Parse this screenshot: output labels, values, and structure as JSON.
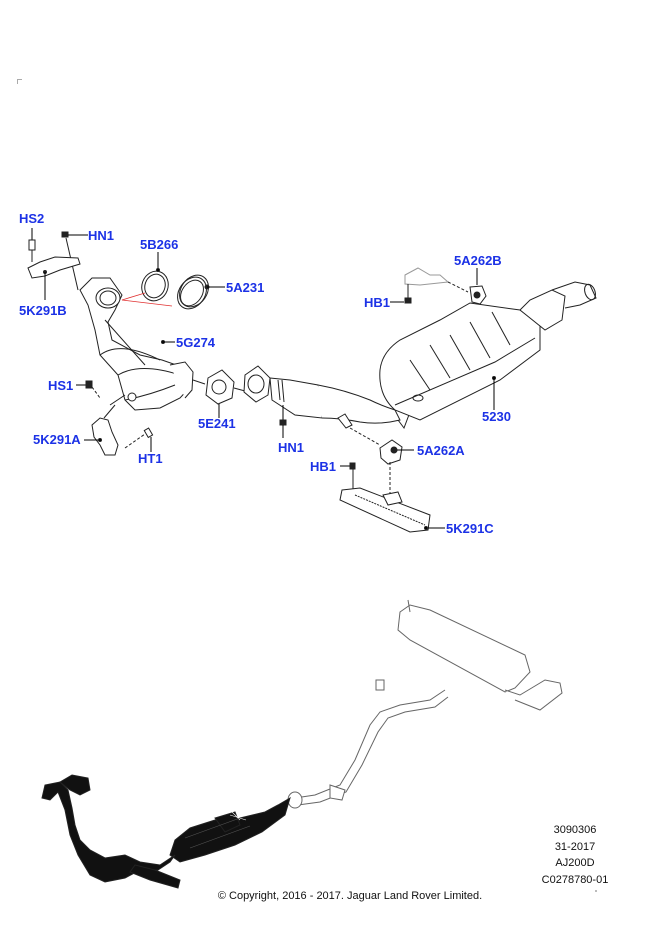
{
  "diagram": {
    "title": "Exhaust system parts diagram",
    "label_color": "#1c32e6",
    "leader_color": "#000000",
    "alignment_line_color": "#e03030",
    "part_callouts": [
      {
        "id": "HS2",
        "text": "HS2",
        "part": "heat shield stud"
      },
      {
        "id": "HN1_top",
        "text": "HN1",
        "part": "nut"
      },
      {
        "id": "5K291B",
        "text": "5K291B",
        "part": "bracket"
      },
      {
        "id": "5B266",
        "text": "5B266",
        "part": "gasket ring"
      },
      {
        "id": "5A231",
        "text": "5A231",
        "part": "clamp"
      },
      {
        "id": "5G274",
        "text": "5G274",
        "part": "catalytic converter"
      },
      {
        "id": "HS1",
        "text": "HS1",
        "part": "stud"
      },
      {
        "id": "5K291A",
        "text": "5K291A",
        "part": "bracket"
      },
      {
        "id": "HT1",
        "text": "HT1",
        "part": "stud"
      },
      {
        "id": "5E241",
        "text": "5E241",
        "part": "flange gasket"
      },
      {
        "id": "HN1_mid",
        "text": "HN1",
        "part": "nut"
      },
      {
        "id": "HB1_top",
        "text": "HB1",
        "part": "bolt"
      },
      {
        "id": "5A262B",
        "text": "5A262B",
        "part": "insulator"
      },
      {
        "id": "5230",
        "text": "5230",
        "part": "muffler"
      },
      {
        "id": "HB1_bottom",
        "text": "HB1",
        "part": "bolt"
      },
      {
        "id": "5A262A",
        "text": "5A262A",
        "part": "insulator"
      },
      {
        "id": "5K291C",
        "text": "5K291C",
        "part": "bracket"
      }
    ]
  },
  "meta": {
    "ref_number": "3090306",
    "week_year": "31-2017",
    "engine_code": "AJ200D",
    "illustration_id": "C0278780-01"
  },
  "footer": {
    "copyright": "© Copyright, 2016 - 2017. Jaguar Land Rover Limited."
  }
}
